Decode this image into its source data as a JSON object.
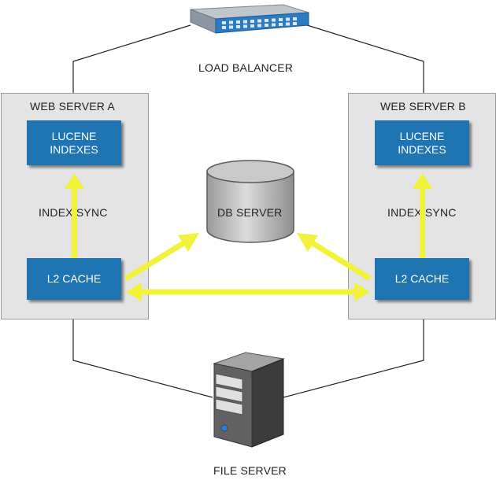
{
  "load_balancer": {
    "label": "LOAD BALANCER",
    "icon": "network-switch-icon"
  },
  "web_server_a": {
    "title": "WEB SERVER A",
    "index_line1": "LUCENE",
    "index_line2": "INDEXES",
    "sync_label": "INDEX SYNC",
    "cache_label": "L2 CACHE"
  },
  "web_server_b": {
    "title": "WEB SERVER B",
    "index_line1": "LUCENE",
    "index_line2": "INDEXES",
    "sync_label": "INDEX SYNC",
    "cache_label": "L2 CACHE"
  },
  "db_server": {
    "label": "DB SERVER",
    "icon": "database-cylinder-icon"
  },
  "file_server": {
    "label": "FILE SERVER",
    "icon": "tower-server-icon"
  },
  "colors": {
    "box_blue": "#1f74b2",
    "arrow_yellow": "#f2f23a",
    "server_panel": "#e4e4e4",
    "connector": "#222222"
  }
}
